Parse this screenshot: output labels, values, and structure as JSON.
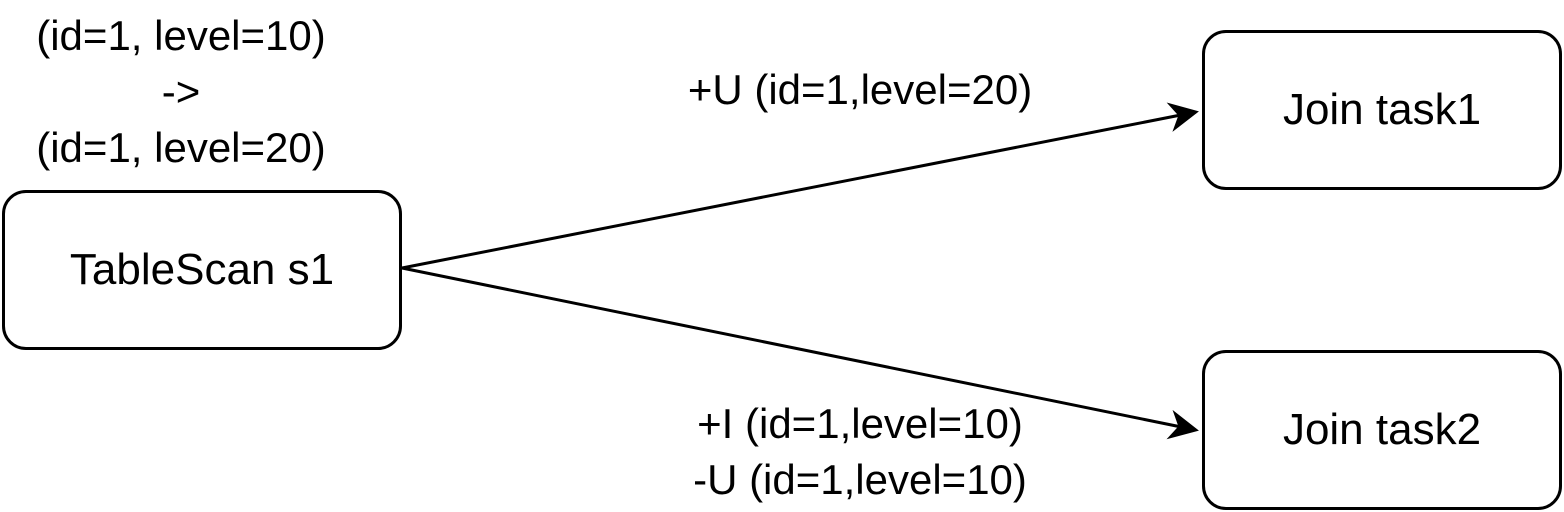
{
  "state_change": {
    "from": "(id=1, level=10)",
    "arrow": "->",
    "to": "(id=1, level=20)"
  },
  "nodes": {
    "source": {
      "label": "TableScan s1"
    },
    "join1": {
      "label": "Join task1"
    },
    "join2": {
      "label": "Join task2"
    }
  },
  "edges": {
    "to_join1": {
      "label": "+U (id=1,level=20)"
    },
    "to_join2": {
      "label_lines": [
        "+I (id=1,level=10)",
        "-U (id=1,level=10)"
      ]
    }
  },
  "colors": {
    "stroke": "#000000",
    "background": "#ffffff"
  }
}
